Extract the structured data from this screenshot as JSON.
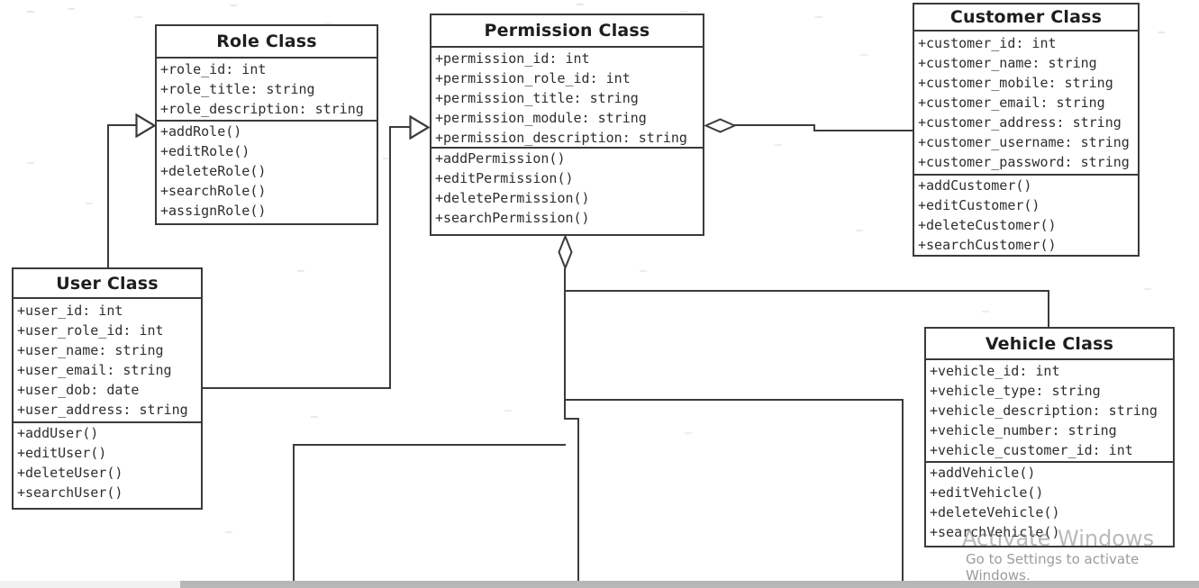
{
  "diagram": {
    "kind": "UML class diagram"
  },
  "colors": {
    "line": "#3b3b3b",
    "box_border": "#3a3a3a",
    "member_text": "#2e2e2e",
    "title_text": "#1e1e1e",
    "watermark": "#757575",
    "scrollbar_track": "#f1f1f1",
    "scrollbar_thumb": "#b7b7b7"
  },
  "classes": [
    {
      "title": "Role Class",
      "attributes": [
        "+role_id: int",
        "+role_title: string",
        "+role_description: string"
      ],
      "methods": [
        "+addRole()",
        "+editRole()",
        "+deleteRole()",
        "+searchRole()",
        "+assignRole()"
      ]
    },
    {
      "title": "Permission Class",
      "attributes": [
        "+permission_id: int",
        "+permission_role_id: int",
        "+permission_title: string",
        "+permission_module: string",
        "+permission_description: string"
      ],
      "methods": [
        "+addPermission()",
        "+editPermission()",
        "+deletePermission()",
        "+searchPermission()"
      ]
    },
    {
      "title": "Customer Class",
      "attributes": [
        "+customer_id: int",
        "+customer_name: string",
        "+customer_mobile: string",
        "+customer_email: string",
        "+customer_address: string",
        "+customer_username: string",
        "+customer_password: string"
      ],
      "methods": [
        "+addCustomer()",
        "+editCustomer()",
        "+deleteCustomer()",
        "+searchCustomer()"
      ]
    },
    {
      "title": "User Class",
      "attributes": [
        "+user_id: int",
        "+user_role_id: int",
        "+user_name: string",
        "+user_email: string",
        "+user_dob: date",
        "+user_address: string"
      ],
      "methods": [
        "+addUser()",
        "+editUser()",
        "+deleteUser()",
        "+searchUser()"
      ]
    },
    {
      "title": "Vehicle Class",
      "attributes": [
        "+vehicle_id: int",
        "+vehicle_type: string",
        "+vehicle_description: string",
        "+vehicle_number: string",
        "+vehicle_customer_id: int"
      ],
      "methods": [
        "+addVehicle()",
        "+editVehicle()",
        "+deleteVehicle()",
        "+searchVehicle()"
      ]
    }
  ],
  "watermark": {
    "line1": "Activate Windows",
    "line2": "Go to Settings to activate Windows."
  }
}
